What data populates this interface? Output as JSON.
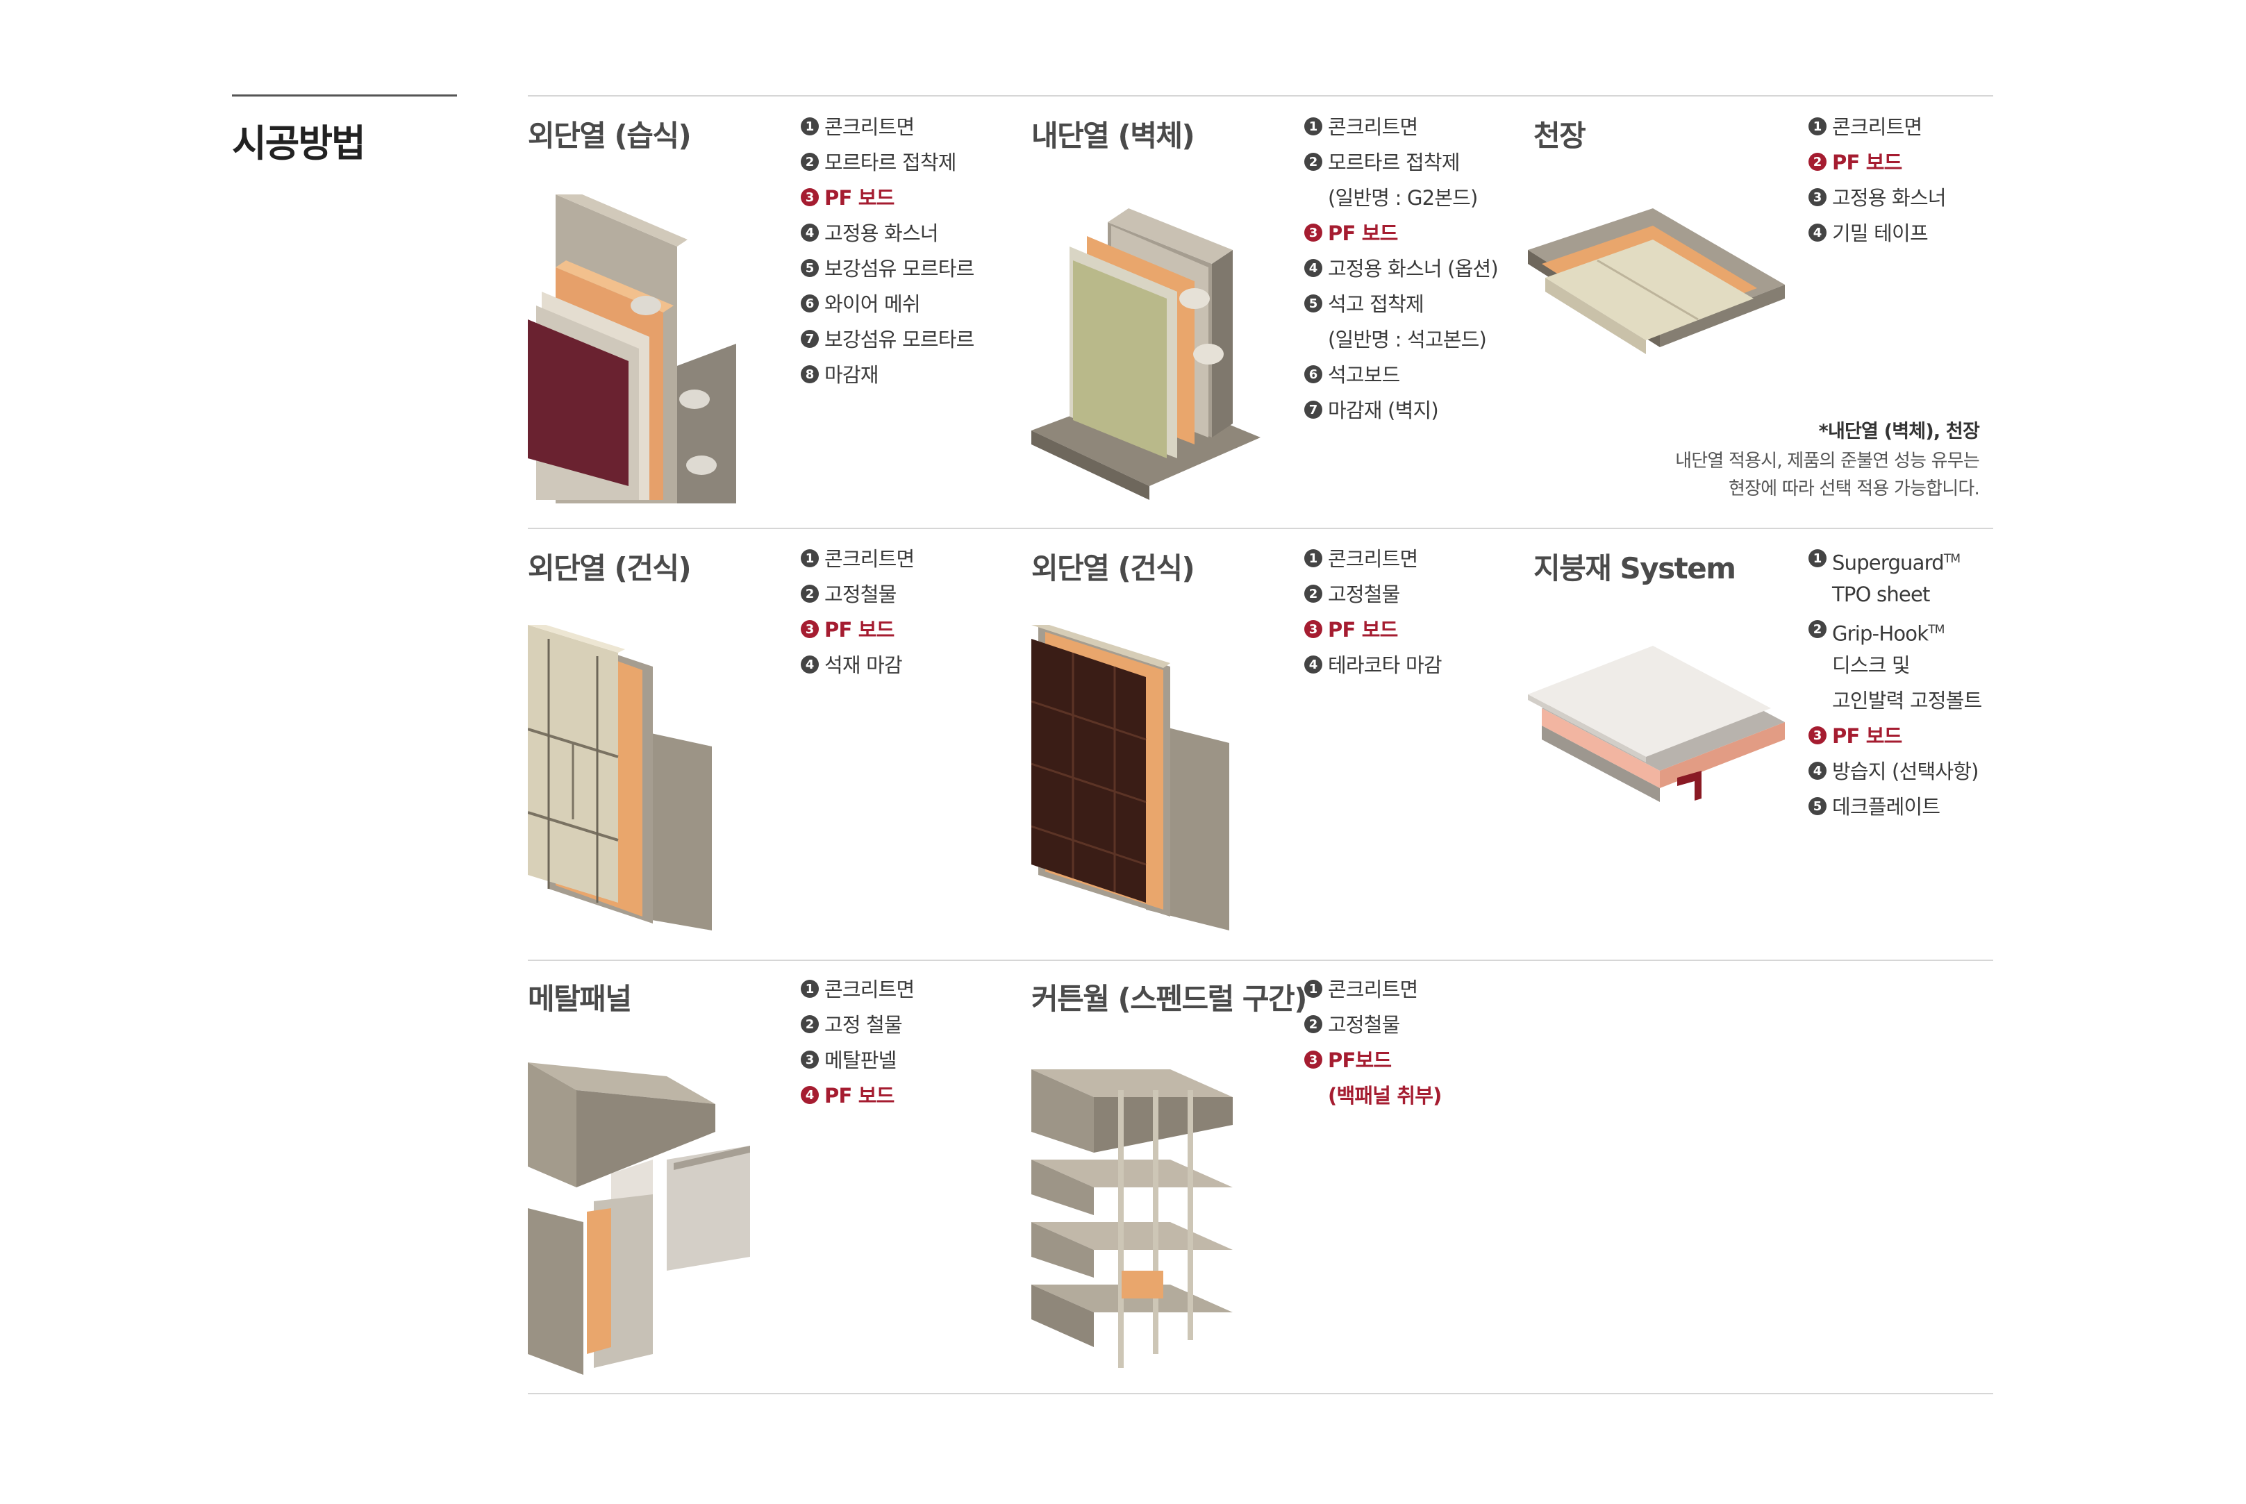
{
  "page_title": "시공방법",
  "sections": [
    {
      "title": "외단열 (습식)",
      "items": [
        {
          "n": "1",
          "t": "콘크리트면"
        },
        {
          "n": "2",
          "t": "모르타르 접착제"
        },
        {
          "n": "3",
          "t": "PF 보드",
          "hl": true
        },
        {
          "n": "4",
          "t": "고정용 화스너"
        },
        {
          "n": "5",
          "t": "보강섬유 모르타르"
        },
        {
          "n": "6",
          "t": "와이어 메쉬"
        },
        {
          "n": "7",
          "t": "보강섬유 모르타르"
        },
        {
          "n": "8",
          "t": "마감재"
        }
      ]
    },
    {
      "title": "내단열 (벽체)",
      "items": [
        {
          "n": "1",
          "t": "콘크리트면"
        },
        {
          "n": "2",
          "t": "모르타르 접착제"
        },
        {
          "n": "",
          "t": "(일반명 : G2본드)"
        },
        {
          "n": "3",
          "t": "PF 보드",
          "hl": true
        },
        {
          "n": "4",
          "t": "고정용 화스너 (옵션)"
        },
        {
          "n": "5",
          "t": "석고 접착제"
        },
        {
          "n": "",
          "t": "(일반명 : 석고본드)"
        },
        {
          "n": "6",
          "t": "석고보드"
        },
        {
          "n": "7",
          "t": "마감재 (벽지)"
        }
      ]
    },
    {
      "title": "천장",
      "items": [
        {
          "n": "1",
          "t": "콘크리트면"
        },
        {
          "n": "2",
          "t": "PF 보드",
          "hl": true
        },
        {
          "n": "3",
          "t": "고정용 화스너"
        },
        {
          "n": "4",
          "t": "기밀 테이프"
        }
      ]
    },
    {
      "title": "외단열 (건식)",
      "items": [
        {
          "n": "1",
          "t": "콘크리트면"
        },
        {
          "n": "2",
          "t": "고정철물"
        },
        {
          "n": "3",
          "t": "PF 보드",
          "hl": true
        },
        {
          "n": "4",
          "t": "석재 마감"
        }
      ]
    },
    {
      "title": "외단열 (건식)",
      "items": [
        {
          "n": "1",
          "t": "콘크리트면"
        },
        {
          "n": "2",
          "t": "고정철물"
        },
        {
          "n": "3",
          "t": "PF 보드",
          "hl": true
        },
        {
          "n": "4",
          "t": "테라코타 마감"
        }
      ]
    },
    {
      "title": "지붕재 System",
      "items": [
        {
          "n": "1",
          "t": "Superguard",
          "tm": "TM"
        },
        {
          "n": "",
          "t": "TPO sheet"
        },
        {
          "n": "2",
          "t": "Grip-Hook",
          "tm": "TM"
        },
        {
          "n": "",
          "t": "디스크 및"
        },
        {
          "n": "",
          "t": "고인발력 고정볼트"
        },
        {
          "n": "3",
          "t": "PF 보드",
          "hl": true
        },
        {
          "n": "4",
          "t": "방습지 (선택사항)"
        },
        {
          "n": "5",
          "t": "데크플레이트"
        }
      ]
    },
    {
      "title": "메탈패널",
      "items": [
        {
          "n": "1",
          "t": "콘크리트면"
        },
        {
          "n": "2",
          "t": "고정 철물"
        },
        {
          "n": "3",
          "t": "메탈판넬"
        },
        {
          "n": "4",
          "t": "PF 보드",
          "hl": true
        }
      ]
    },
    {
      "title": "커튼월 (스펜드럴 구간)",
      "items": [
        {
          "n": "1",
          "t": "콘크리트면"
        },
        {
          "n": "2",
          "t": "고정철물"
        },
        {
          "n": "3",
          "t": "PF보드",
          "hl": true
        },
        {
          "n": "",
          "t": "(백패널 취부)",
          "hl": true
        }
      ]
    }
  ],
  "note": {
    "title": "*내단열 (벽체), 천장",
    "line1": "내단열 적용시, 제품의 준불연 성능 유무는",
    "line2": "현장에 따라 선택 적용 가능합니다."
  },
  "colors": {
    "accent": "#a51c30",
    "badge": "#444444",
    "rule": "#d6d6d6"
  }
}
